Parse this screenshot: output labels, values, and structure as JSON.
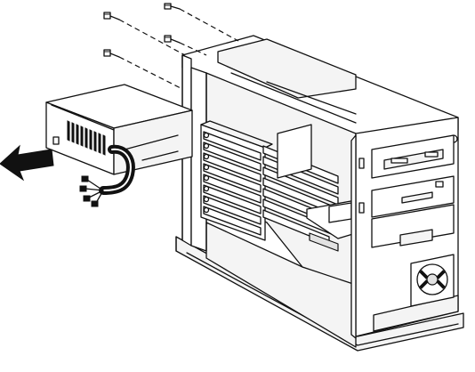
{
  "figure": {
    "parts": {
      "power_supply": "power-supply",
      "chassis": "computer-chassis",
      "screws": "mounting-screws",
      "arrow": "removal-arrow",
      "cables": "power-cables",
      "drive_bays": "drive-bays",
      "expansion_slots": "expansion-slots",
      "fan": "front-fan"
    },
    "screw_count": 4,
    "arrow_direction": "left",
    "colors": {
      "line": "#111111",
      "fill": "#ffffff",
      "light": "#f4f4f4",
      "shade": "#e2e2e2"
    }
  }
}
